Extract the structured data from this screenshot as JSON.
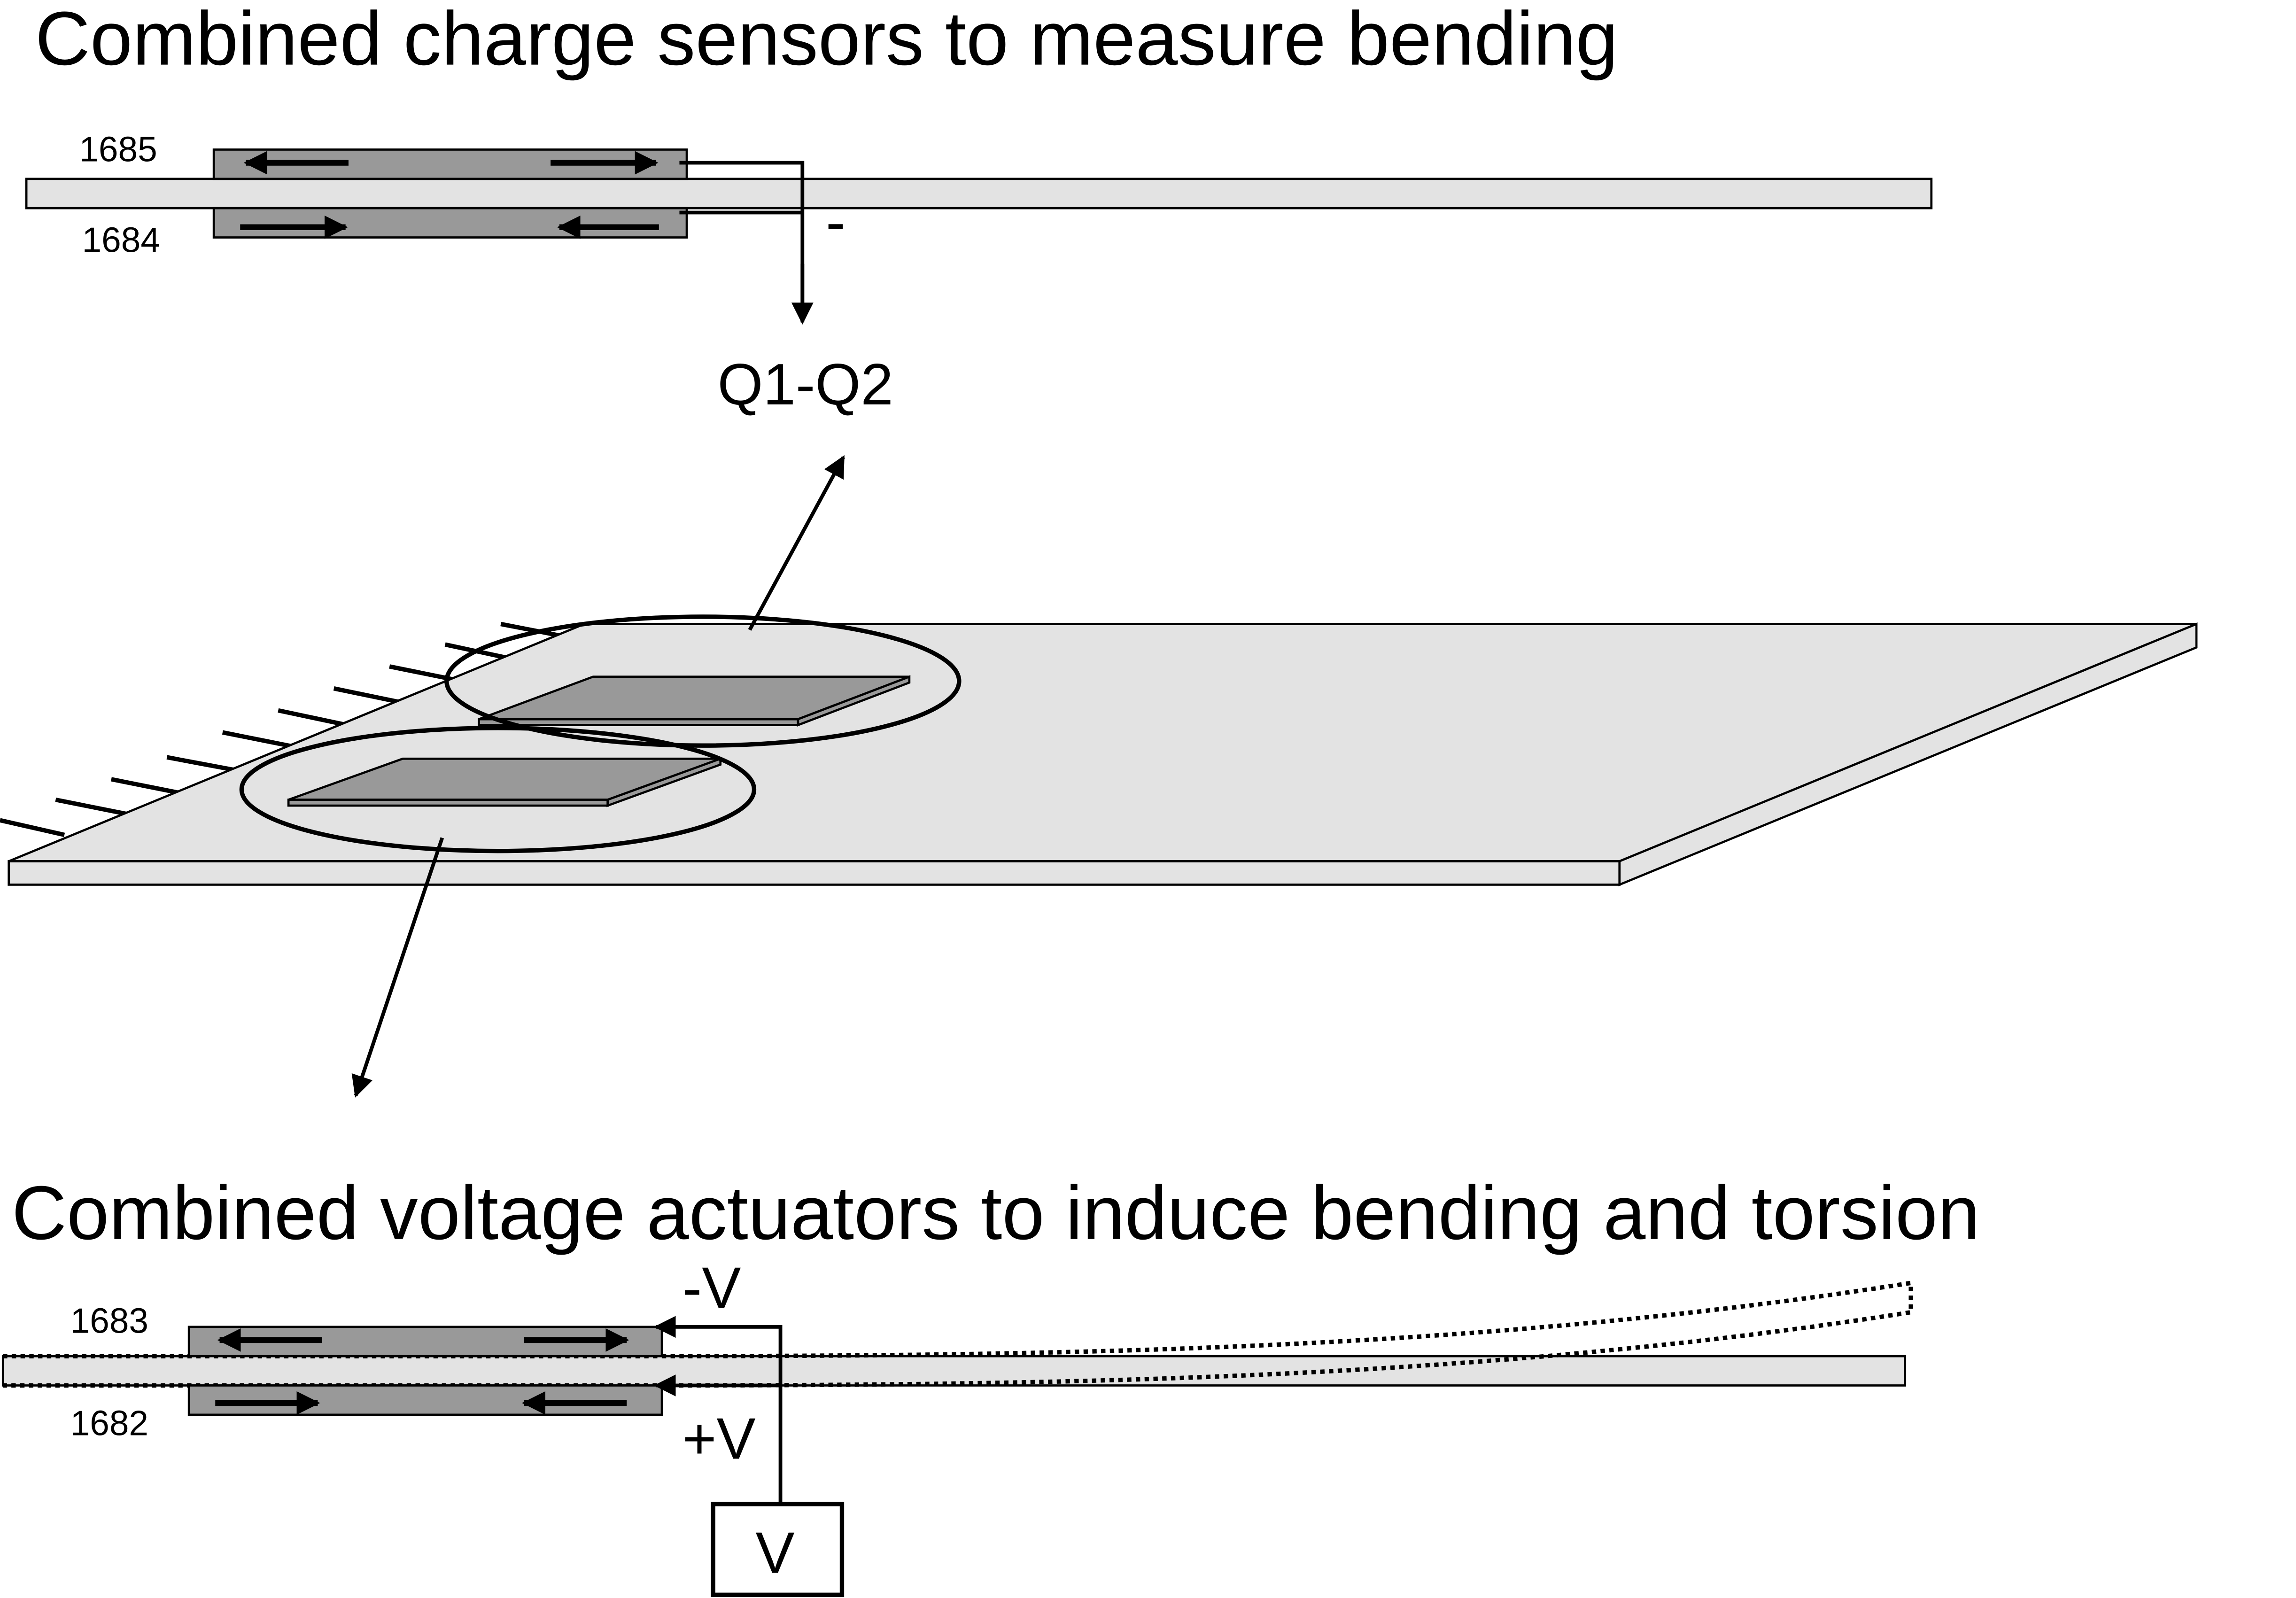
{
  "colors": {
    "beam": "#e3e3e3",
    "patch": "#999999",
    "line": "#000000",
    "background": "#ffffff"
  },
  "top_section": {
    "title": "Combined charge sensors to measure bending",
    "upper_patch_label": "1685",
    "lower_patch_label": "1684",
    "polarity_sign": "-",
    "output_label": "Q1-Q2"
  },
  "plate": {
    "description": "Cantilevered plate with two piezo patch pairs, clamped edge shown with hatch lines"
  },
  "bottom_section": {
    "title": "Combined voltage actuators to induce bending and torsion",
    "upper_patch_label": "1683",
    "lower_patch_label": "1682",
    "negative_voltage_label": "-V",
    "positive_voltage_label": "+V",
    "source_label": "V"
  }
}
